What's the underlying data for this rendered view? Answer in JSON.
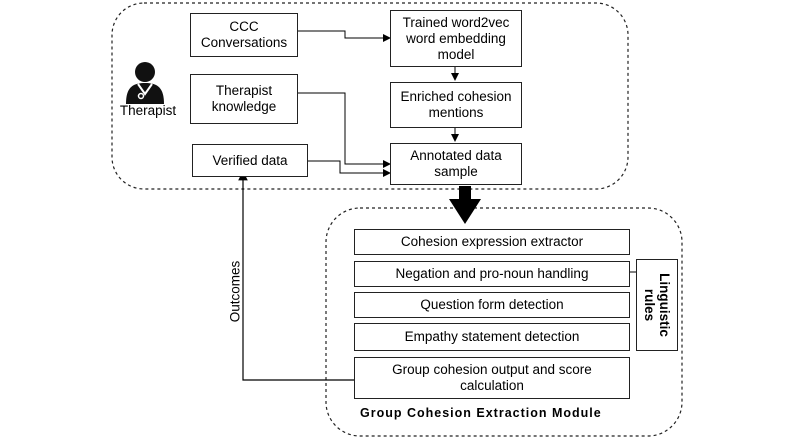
{
  "therapist": {
    "label": "Therapist",
    "icon": "doctor-icon"
  },
  "top_boxes": {
    "ccc": "CCC\nConversations",
    "knowledge": "Therapist\nknowledge",
    "verified": "Verified data",
    "word2vec": "Trained word2vec\nword embedding\nmodel",
    "enriched": "Enriched cohesion\nmentions",
    "annotated": "Annotated data\nsample"
  },
  "module": {
    "title": "Group Cohesion Extraction Module",
    "steps": [
      "Cohesion expression extractor",
      "Negation and pro-noun handling",
      "Question form detection",
      "Empathy statement detection",
      "Group cohesion output and score\ncalculation"
    ],
    "linguistic_rules": "Linguistic\nrules"
  },
  "feedback_label": "Outcomes"
}
